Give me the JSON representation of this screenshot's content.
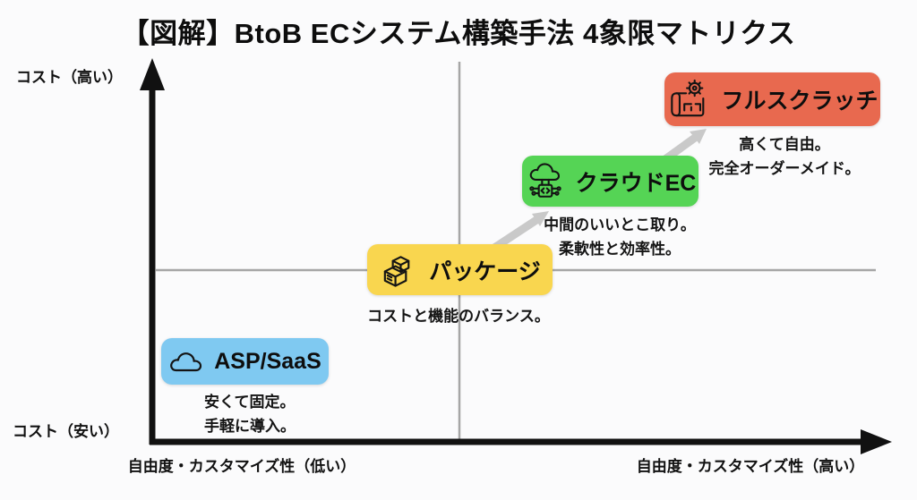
{
  "title": "【図解】BtoB ECシステム構築手法 4象限マトリクス",
  "colors": {
    "background": "#fbfbfc",
    "axis": "#111111",
    "grid_line": "#a6a6a6",
    "flow_arrow": "#c9c9c9",
    "asp_saas": "#7fc9f1",
    "package": "#f9d64f",
    "cloud_ec": "#55d455",
    "full_scratch": "#e8694f"
  },
  "axes": {
    "y_top": "コスト（高い）",
    "y_bottom": "コスト（安い）",
    "x_left": "自由度・カスタマイズ性（低い）",
    "x_right": "自由度・カスタマイズ性（高い）"
  },
  "items": [
    {
      "label": "ASP/SaaS",
      "icon": "cloud-icon",
      "color": "#7fc9f1",
      "caption": [
        "安くて固定。",
        "手軽に導入。"
      ]
    },
    {
      "label": "パッケージ",
      "icon": "stacked-boxes-icon",
      "color": "#f9d64f",
      "caption": [
        "コストと機能のバランス。"
      ]
    },
    {
      "label": "クラウドEC",
      "icon": "cloud-code-icon",
      "color": "#55d455",
      "caption": [
        "中間のいいとこ取り。",
        "柔軟性と効率性。"
      ]
    },
    {
      "label": "フルスクラッチ",
      "icon": "blueprint-gear-icon",
      "color": "#e8694f",
      "caption": [
        "高くて自由。",
        "完全オーダーメイド。"
      ]
    }
  ]
}
